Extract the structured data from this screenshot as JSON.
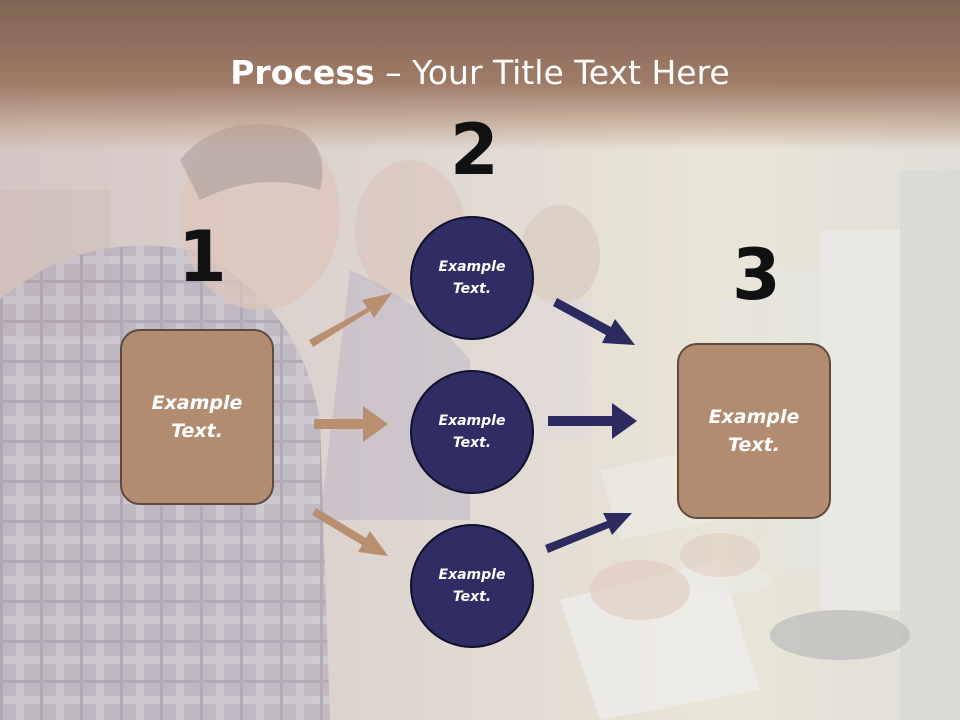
{
  "title": {
    "bold": "Process",
    "rest": " – Your Title Text Here"
  },
  "steps": [
    {
      "number": "1",
      "line1": "Example",
      "line2": "Text."
    },
    {
      "number": "2"
    },
    {
      "number": "3",
      "line1": "Example",
      "line2": "Text."
    }
  ],
  "circles": [
    {
      "line1": "Example",
      "line2": "Text."
    },
    {
      "line1": "Example",
      "line2": "Text."
    },
    {
      "line1": "Example",
      "line2": "Text."
    }
  ],
  "colors": {
    "title_band": "#9e7b66",
    "box_fill": "#b28c70",
    "box_border": "#5f4b3e",
    "circle_fill": "#2f2d63",
    "arrow_brown": "#b8906f",
    "arrow_navy": "#2c2a5e"
  }
}
